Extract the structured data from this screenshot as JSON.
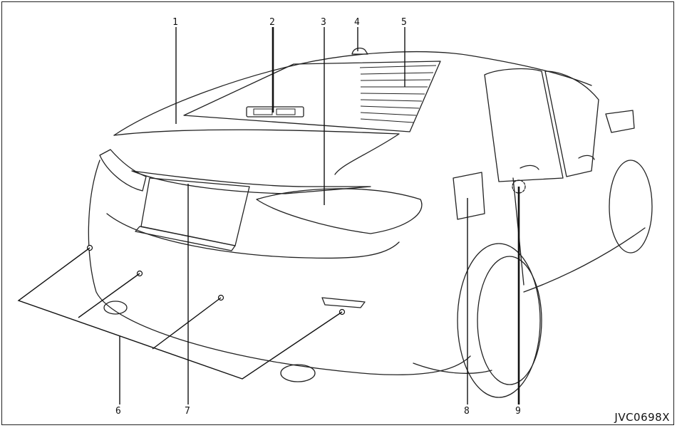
{
  "callouts": [
    {
      "id": "1",
      "label": "1"
    },
    {
      "id": "2",
      "label": "2"
    },
    {
      "id": "3",
      "label": "3"
    },
    {
      "id": "4",
      "label": "4"
    },
    {
      "id": "5",
      "label": "5"
    },
    {
      "id": "6",
      "label": "6"
    },
    {
      "id": "7",
      "label": "7"
    },
    {
      "id": "8",
      "label": "8"
    },
    {
      "id": "9",
      "label": "9"
    }
  ],
  "figure_code": "JVC0698X"
}
